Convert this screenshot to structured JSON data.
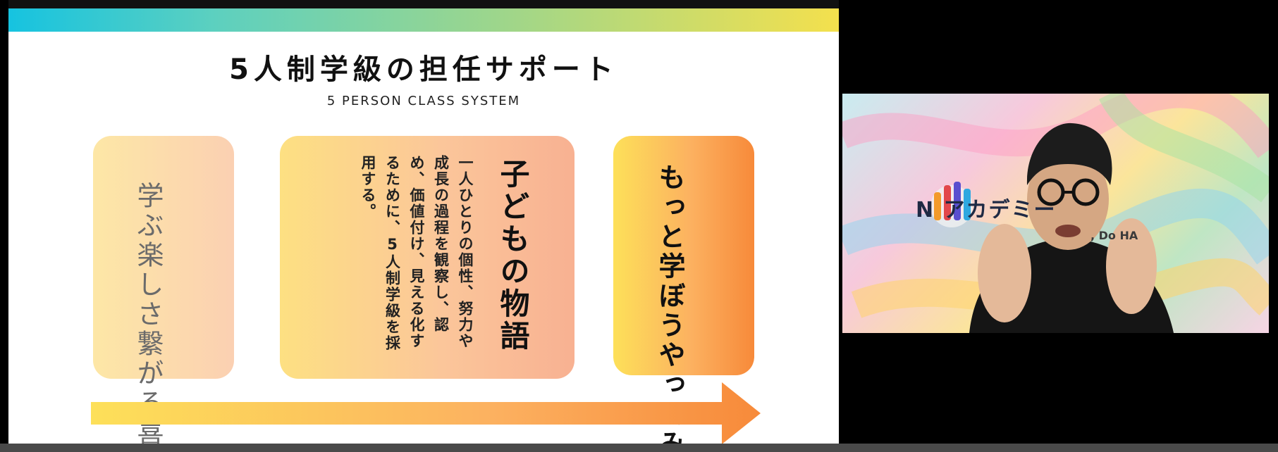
{
  "slide": {
    "title": "5人制学級の担任サポート",
    "subtitle": "5 PERSON CLASS SYSTEM",
    "cards": [
      {
        "text": "学ぶ楽しさ繋がる喜び"
      },
      {
        "heading": "子どもの物語",
        "body": "一人ひとりの個性、努力や成長の過程を観察し、認め、価値付け、見える化するために、5人制学級を採用する。"
      },
      {
        "text": "もっと学ぼうやってみよう"
      }
    ],
    "colors": {
      "gradient_start": "#16c3e0",
      "gradient_end": "#f4e04d",
      "arrow_start": "#fde059",
      "arrow_end": "#f78a3a"
    }
  },
  "webcam": {
    "background_logo_text": "N アカデミー",
    "background_logo_tagline": ", Do HA"
  }
}
